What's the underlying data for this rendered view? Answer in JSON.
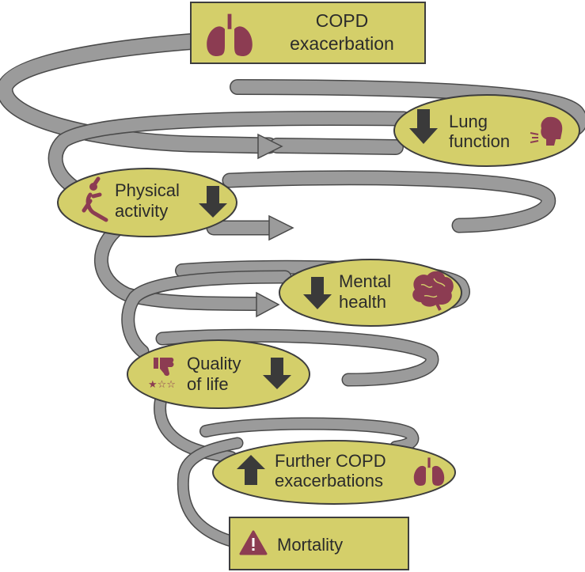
{
  "colors": {
    "fill": "#d4cf6a",
    "border": "#3e3e3e",
    "ribbon": "#9b9b9b",
    "ribbon_edge": "#4a4a4a",
    "icon": "#8c3c52",
    "arrow": "#3a3a3a"
  },
  "nodes": {
    "copd": {
      "line1": "COPD",
      "line2": "exacerbation",
      "icon": "lungs-icon"
    },
    "lung_function": {
      "line1": "Lung",
      "line2": "function",
      "direction": "down",
      "icon": "breathing-head-icon"
    },
    "physical_activity": {
      "line1": "Physical",
      "line2": "activity",
      "direction": "down",
      "icon": "exercise-person-icon"
    },
    "mental_health": {
      "line1": "Mental",
      "line2": "health",
      "direction": "down",
      "icon": "brain-icon"
    },
    "quality_of_life": {
      "line1": "Quality",
      "line2": "of life",
      "direction": "down",
      "icon": "thumbs-down-stars-icon"
    },
    "further_exacerbations": {
      "line1": "Further COPD",
      "line2": "exacerbations",
      "direction": "up",
      "icon": "lungs-icon"
    },
    "mortality": {
      "label": "Mortality",
      "icon": "warning-icon"
    }
  }
}
